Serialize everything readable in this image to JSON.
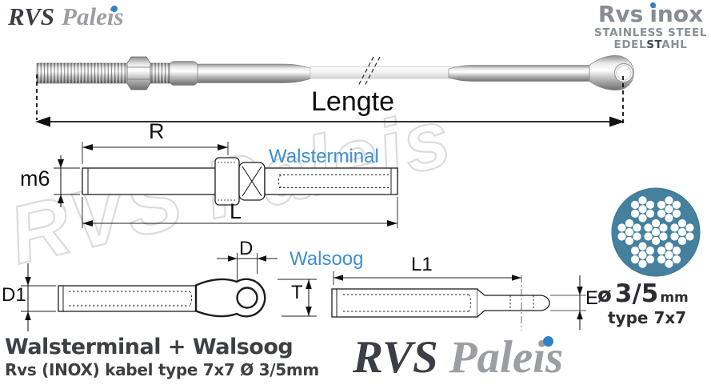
{
  "branding": {
    "logo_rvs": "RVS",
    "logo_paleis": "Paleis",
    "supplier": {
      "name_1": "Rvs",
      "name_2": "inox",
      "line2": "STAINLESS STEEL",
      "edel_1": "EDEL",
      "edel_2": "ST",
      "edel_3": "AHL"
    }
  },
  "watermark": "RVS Paleis",
  "diagram": {
    "length_label": "Lengte",
    "walsterminal_label": "Walsterminal",
    "walsoog_label": "Walsoog",
    "dims": {
      "R": "R",
      "m6": "m6",
      "L": "L",
      "D": "D",
      "D1": "D1",
      "T": "T",
      "L1": "L1",
      "E": "E"
    }
  },
  "spec": {
    "diameter_symbol": "ø",
    "diameter_value": "3/5",
    "diameter_unit": "mm",
    "cable_type": "type 7x7"
  },
  "footer": {
    "title": "Walsterminal + Walsoog",
    "subtitle": "Rvs (INOX) kabel type 7x7 Ø 3/5mm"
  },
  "colors": {
    "accent_blue": "#3e90d0",
    "cable_teal": "#45819e",
    "logo_dark": "#3b3e44",
    "logo_gray": "#9b9ea3",
    "dot_blue": "#2e83c5"
  }
}
